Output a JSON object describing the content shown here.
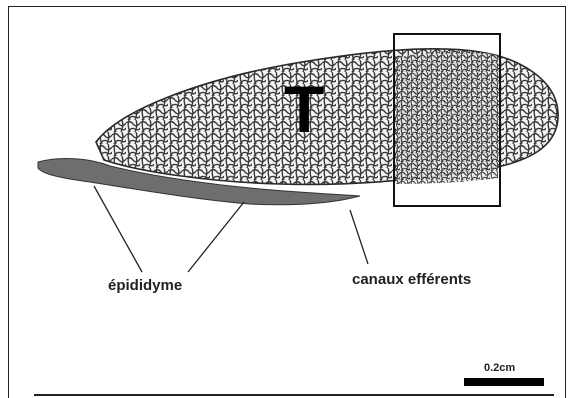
{
  "figure": {
    "testis_letter": "T",
    "labels": {
      "epididymis": "épididyme",
      "efferent_ducts": "canaux efférents"
    },
    "scale_bar": {
      "label": "0.2cm"
    },
    "colors": {
      "ink": "#222222",
      "tissue_fill": "#e8e8e8",
      "epididymis_fill": "#6e6e6e",
      "background": "#ffffff"
    }
  }
}
